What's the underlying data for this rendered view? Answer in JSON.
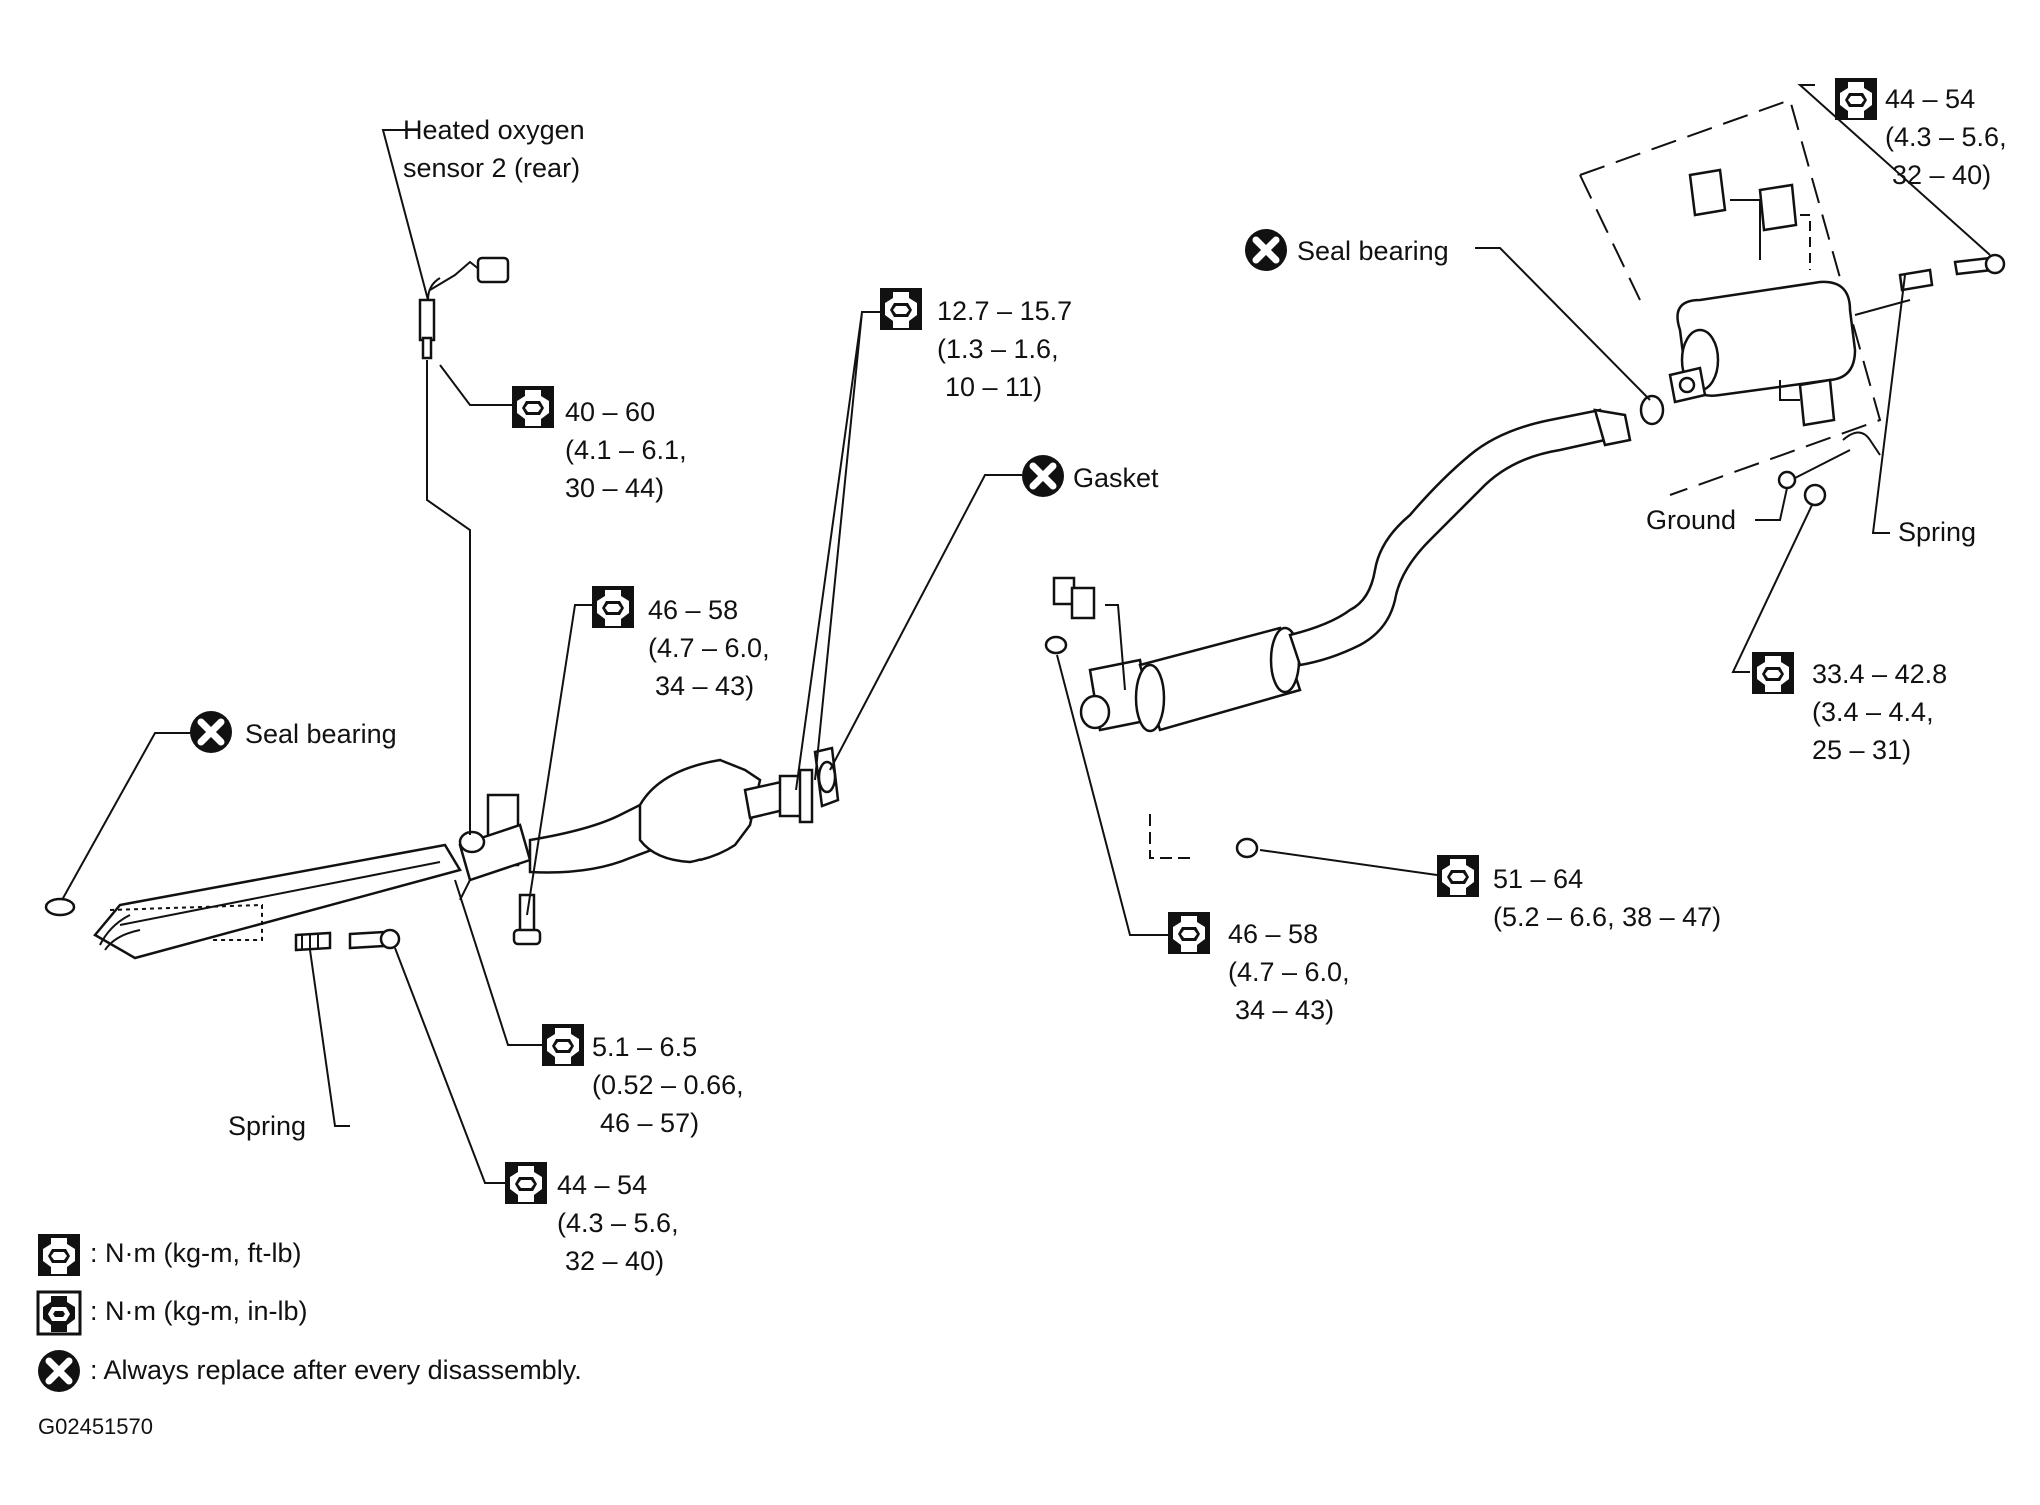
{
  "callouts": {
    "o2_sensor_name": [
      "Heated oxygen",
      "sensor 2 (rear)"
    ],
    "o2_torque": [
      "40 – 60",
      "(4.1 – 6.1,",
      "30 – 44)"
    ],
    "seal_bearing_front": "Seal bearing",
    "bolt_front_torque": [
      "46 – 58",
      "(4.7 – 6.0,",
      "34 – 43)"
    ],
    "flange_nut_torque": [
      "12.7 – 15.7",
      "(1.3 – 1.6,",
      "10 – 11)"
    ],
    "gasket": "Gasket",
    "bracket_bolt_torque": [
      "5.1 – 6.5",
      "(0.52 – 0.66,",
      "46 – 57)"
    ],
    "spring_front": "Spring",
    "front_joint_bolt_torque": [
      "44 – 54",
      "(4.3 – 5.6,",
      "32 – 40)"
    ],
    "seal_bearing_rear": "Seal bearing",
    "rear_joint_bolt_torque": [
      "44 – 54",
      "(4.3 – 5.6,",
      "32 – 40)"
    ],
    "ground": "Ground",
    "spring_rear": "Spring",
    "ground_nut_torque": [
      "33.4 – 42.8",
      "(3.4 – 4.4,",
      "25 – 31)"
    ],
    "center_nut_torque": [
      "51 – 64",
      "(5.2 – 6.6, 38 – 47)"
    ],
    "center_mount_torque": [
      "46 – 58",
      "(4.7 – 6.0,",
      "34 – 43)"
    ]
  },
  "legend": {
    "ftlb": ": N·m (kg-m, ft-lb)",
    "inlb": ": N·m (kg-m, in-lb)",
    "replace": ": Always replace after every disassembly."
  },
  "figure_code": "G02451570"
}
